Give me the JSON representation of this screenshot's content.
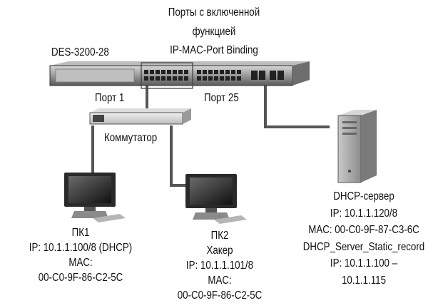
{
  "header": {
    "line1": "Порты с включенной",
    "line2": "функцией",
    "line3": "IP-MAC-Port Binding"
  },
  "switch": {
    "model": "DES-3200-28"
  },
  "ports": {
    "port1": "Порт 1",
    "port25": "Порт 25"
  },
  "access_switch": {
    "label": "Коммутатор"
  },
  "pc1": {
    "name": "ПК1",
    "ip": "IP: 10.1.1.100/8 (DHCP)",
    "mac_label": "MAC:",
    "mac": "00-C0-9F-86-C2-5C"
  },
  "pc2": {
    "name": "ПК2",
    "role": "Хакер",
    "ip": "IP: 10.1.1.101/8",
    "mac_label": "MAC:",
    "mac": "00-C0-9F-86-C2-5C"
  },
  "server": {
    "name": "DHCP-сервер",
    "ip": "IP: 10.1.1.120/8",
    "mac": "MAC: 00-C0-9F-87-C3-6C",
    "record": "DHCP_Server_Static_record",
    "range_start": "IP: 10.1.1.100 –",
    "range_end": "10.1.1.115"
  }
}
